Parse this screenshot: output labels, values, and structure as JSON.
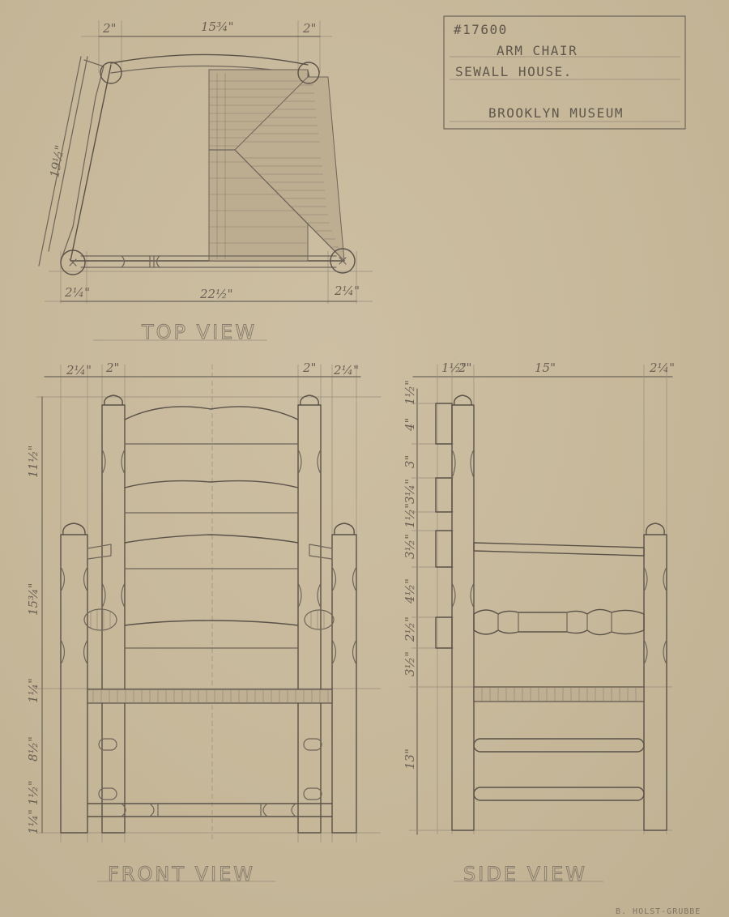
{
  "title_block": {
    "number": "#17600",
    "object": "ARM CHAIR",
    "source": "SEWALL HOUSE.",
    "collection": "BROOKLYN MUSEUM"
  },
  "views": {
    "top": "TOP VIEW",
    "front": "FRONT VIEW",
    "side": "SIDE VIEW"
  },
  "signature": "B. HOLST-GRUBBE",
  "dimensions": {
    "top_left_post": "2\"",
    "top_back_width": "15¾\"",
    "top_right_post": "2\"",
    "top_depth": "19½\"",
    "top_front_left": "2¼\"",
    "top_front_width": "22½\"",
    "top_front_right": "2¼\"",
    "front_left_arm_post": "2¼\"",
    "front_left_back_post": "2\"",
    "front_right_back_post": "2\"",
    "front_right_arm_post": "2¼\"",
    "front_top_back": "11½\"",
    "front_arm_height": "15¾\"",
    "front_seat_rail": "1¼\"",
    "front_seat_height": "8½\"",
    "front_bottom": "1¼\" 1½\"",
    "side_a": "1½\"",
    "side_b": "2\"",
    "side_depth": "15\"",
    "side_front_post": "2¼\"",
    "side_finial": "1½\"",
    "side_slat_1": "4\"",
    "side_gap_1": "3\"",
    "side_slat_2": "3¼\"",
    "side_gap_2": "1½\"",
    "side_slat_3": "3½\"",
    "side_gap_3": "4½\"",
    "side_slat_4": "2½\"",
    "side_gap_4": "3½\"",
    "side_seat_height": "13\""
  },
  "colors": {
    "paper": "#c7b89b",
    "pencil": "#6e655a"
  }
}
